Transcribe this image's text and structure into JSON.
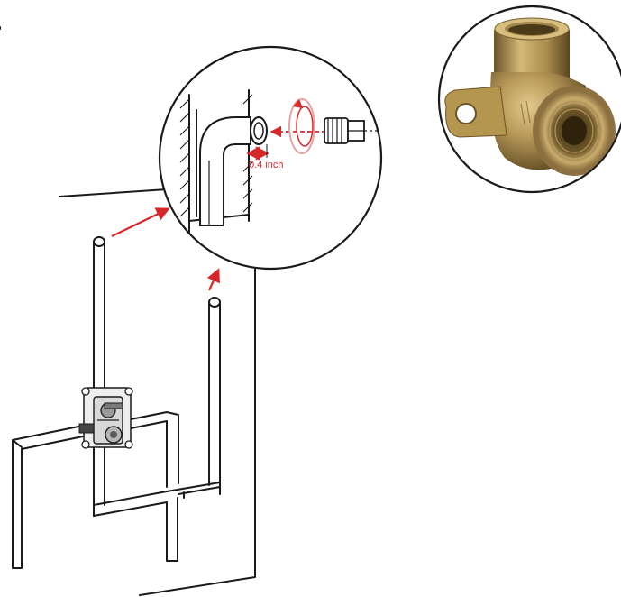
{
  "callout": {
    "measurement_label": "0.4 inch"
  },
  "colors": {
    "line": "#1a1a1a",
    "accent": "#d9262b",
    "brass_light": "#c9ad6e",
    "brass_mid": "#a88a4c",
    "brass_dark": "#5e4a22"
  },
  "icons": {
    "valve": "shower-mixer-valve-body",
    "fitting": "brass-drop-ear-elbow",
    "rotation": "rotation-arrow-icon"
  }
}
